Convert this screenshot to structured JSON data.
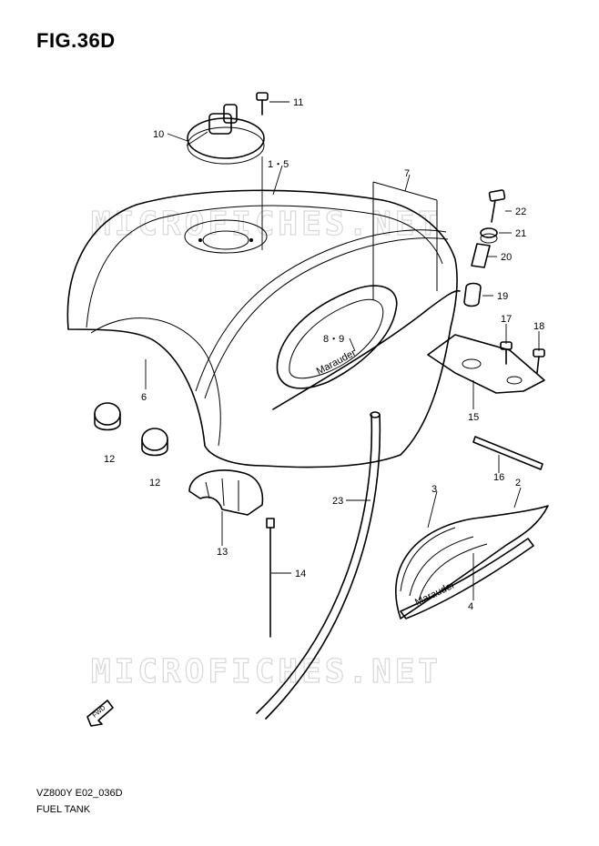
{
  "figure": {
    "title": "FIG.36D",
    "model_code": "VZ800Y E02_036D",
    "name": "FUEL TANK"
  },
  "watermark": "MICROFICHES.NET",
  "tank_logo_text": "Marauder",
  "fwd_label": "FWD",
  "callouts": {
    "c1_5": "1・5",
    "c2": "2",
    "c3": "3",
    "c4": "4",
    "c6": "6",
    "c7": "7",
    "c8_9": "8・9",
    "c10": "10",
    "c11": "11",
    "c12a": "12",
    "c12b": "12",
    "c13": "13",
    "c14": "14",
    "c15": "15",
    "c16": "16",
    "c17": "17",
    "c18": "18",
    "c19": "19",
    "c20": "20",
    "c21": "21",
    "c22": "22",
    "c23": "23"
  }
}
